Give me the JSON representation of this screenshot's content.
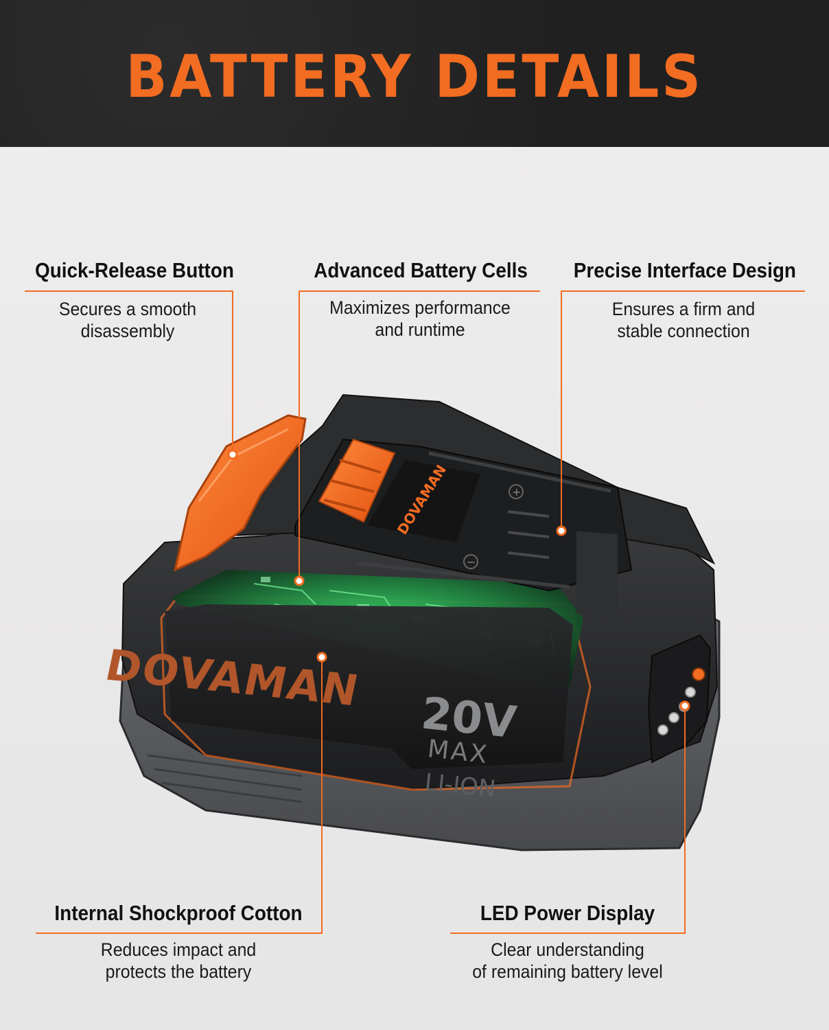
{
  "header": {
    "title": "BATTERY DETAILS"
  },
  "features": {
    "quick_release": {
      "title": "Quick-Release Button",
      "desc_line1": "Secures a smooth",
      "desc_line2": "disassembly"
    },
    "battery_cells": {
      "title": "Advanced Battery Cells",
      "desc_line1": "Maximizes performance",
      "desc_line2": "and runtime"
    },
    "interface": {
      "title": "Precise Interface Design",
      "desc_line1": "Ensures a firm and",
      "desc_line2": "stable connection"
    },
    "shockproof": {
      "title": "Internal Shockproof Cotton",
      "desc_line1": "Reduces impact and",
      "desc_line2": "protects the battery"
    },
    "led": {
      "title": "LED Power Display",
      "desc_line1": "Clear understanding",
      "desc_line2": "of remaining battery level"
    }
  },
  "product": {
    "brand_top": "DOVAMAN",
    "brand_front": "DOVAMAN",
    "voltage": "20V",
    "voltage_sub": "MAX",
    "chemistry": "LI-ION",
    "plus_symbol": "+",
    "minus_symbol": "−"
  },
  "colors": {
    "accent": "#f26c21",
    "header_bg": "#222222",
    "body_bg": "#e9e8e8",
    "circuit_green": "#2fc25a"
  },
  "icons": {
    "callout_dot": "callout-dot-icon"
  }
}
